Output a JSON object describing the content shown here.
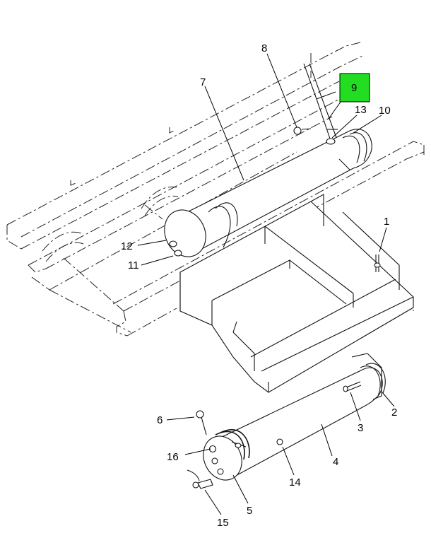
{
  "callouts": {
    "c1": "1",
    "c2": "2",
    "c3": "3",
    "c4": "4",
    "c5": "5",
    "c6": "6",
    "c7": "7",
    "c8": "8",
    "c9": "9",
    "c10": "10",
    "c11": "11",
    "c12": "12",
    "c13": "13",
    "c14": "14",
    "c15": "15",
    "c16": "16"
  },
  "highlight": {
    "item": "9",
    "color": "#22dd22"
  },
  "footer": {
    "left_code": "",
    "right_code": ""
  }
}
